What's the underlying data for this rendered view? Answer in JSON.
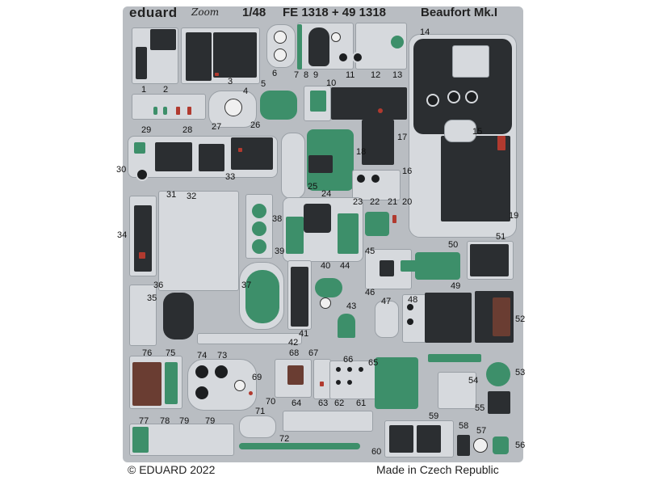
{
  "header": {
    "brand": "eduard",
    "sub_brand": "Zoom",
    "scale": "1/48",
    "codes": "FE 1318 + 49 1318",
    "model": "Beaufort Mk.I"
  },
  "footer": {
    "copyright": "© EDUARD 2022",
    "origin": "Made in Czech Republic"
  },
  "colors": {
    "fret": "#b9bdc2",
    "metal": "#d6d9dd",
    "panel_black": "#2b2e31",
    "cockpit_green": "#3d8f6a",
    "red": "#b13a2f",
    "brown": "#6a3d32"
  },
  "labels": {
    "p1": "1",
    "p2": "2",
    "p3": "3",
    "p4": "4",
    "p5": "5",
    "p6": "6",
    "p7": "7",
    "p8": "8",
    "p9": "9",
    "p10": "10",
    "p11": "11",
    "p12": "12",
    "p13": "13",
    "p14": "14",
    "p15": "15",
    "p16": "16",
    "p17": "17",
    "p18": "18",
    "p19": "19",
    "p20": "20",
    "p21": "21",
    "p22": "22",
    "p23": "23",
    "p24": "24",
    "p25": "25",
    "p26": "26",
    "p27": "27",
    "p28": "28",
    "p29": "29",
    "p30": "30",
    "p31": "31",
    "p32": "32",
    "p33": "33",
    "p34": "34",
    "p35": "35",
    "p36": "36",
    "p37": "37",
    "p38": "38",
    "p39": "39",
    "p40": "40",
    "p41": "41",
    "p42": "42",
    "p43": "43",
    "p44": "44",
    "p45": "45",
    "p46": "46",
    "p47": "47",
    "p48": "48",
    "p49": "49",
    "p50": "50",
    "p51": "51",
    "p52": "52",
    "p53": "53",
    "p54": "54",
    "p55": "55",
    "p56": "56",
    "p57": "57",
    "p58": "58",
    "p59": "59",
    "p60": "60",
    "p61": "61",
    "p62": "62",
    "p63": "63",
    "p64": "64",
    "p65": "65",
    "p66": "66",
    "p67": "67",
    "p68": "68",
    "p69": "69",
    "p70": "70",
    "p71": "71",
    "p72": "72",
    "p73": "73",
    "p74": "74",
    "p75": "75",
    "p76": "76",
    "p77": "77",
    "p78": "78",
    "p79": "79",
    "p79b": "79"
  }
}
